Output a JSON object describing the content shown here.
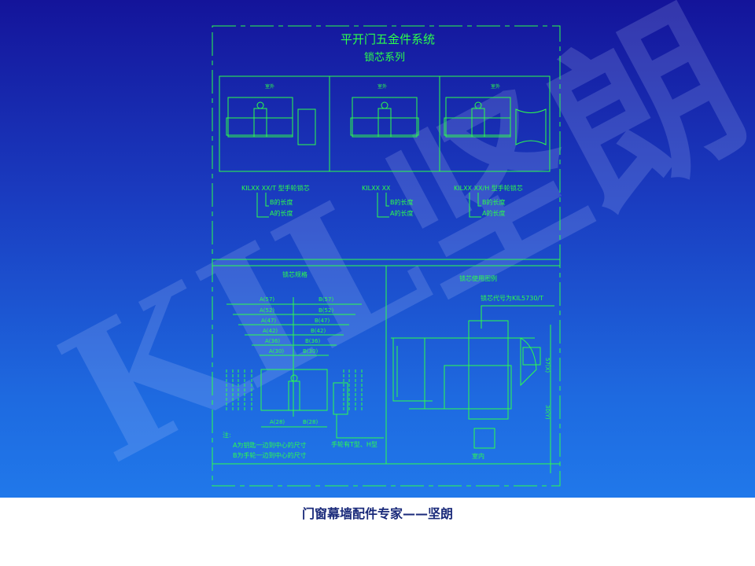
{
  "title": "平开门五金件系统",
  "subtitle": "锁芯系列",
  "watermark": "KIL坚朗",
  "outdoor": "室外",
  "models": [
    {
      "code": "KILXX XX/T 型手轮锁芯",
      "b": "B的长度",
      "a": "A的长度"
    },
    {
      "code": "KILXX XX",
      "b": "B的长度",
      "a": "A的长度"
    },
    {
      "code": "KILXX XX/H 型手轮锁芯",
      "b": "B的长度",
      "a": "A的长度"
    }
  ],
  "spec": {
    "title": "锁芯规格",
    "dims": [
      [
        "A(57)",
        "B(57)"
      ],
      [
        "A(52)",
        "B(52)"
      ],
      [
        "A(47)",
        "B(47)"
      ],
      [
        "A(42)",
        "B(42)"
      ],
      [
        "A(36)",
        "B(36)"
      ],
      [
        "A(30)",
        "B(30)"
      ]
    ],
    "bottom": [
      "A(28)",
      "B(28)"
    ],
    "note": "注:",
    "note1": "A为钥匙一边到中心的尺寸",
    "note2": "B为手轮一边到中心的尺寸",
    "knob": "手轮有T型、H型"
  },
  "usage": {
    "title": "锁芯使用图例",
    "code": "锁芯代号为KIL5730/T",
    "indoor": "室内",
    "d1": "57(X)",
    "d2": "30(Y)"
  },
  "footer": "门窗幕墙配件专家——坚朗"
}
